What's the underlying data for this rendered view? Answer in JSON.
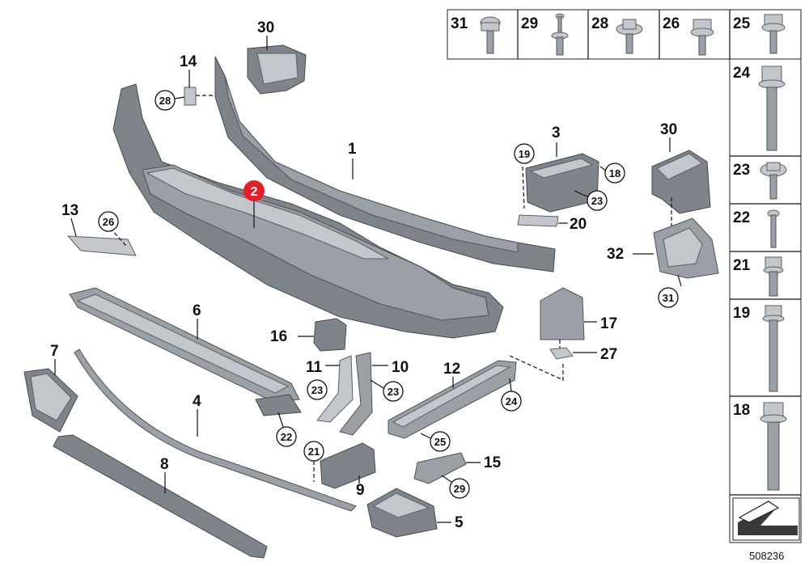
{
  "diagram": {
    "reference_number": "508236",
    "marker": {
      "label": "2",
      "color": "#e31e24"
    },
    "callouts": {
      "c1": "1",
      "c3": "3",
      "c4": "4",
      "c5": "5",
      "c6": "6",
      "c7": "7",
      "c8": "8",
      "c9": "9",
      "c10": "10",
      "c11": "11",
      "c12": "12",
      "c13": "13",
      "c14": "14",
      "c15": "15",
      "c16": "16",
      "c17": "17",
      "c20": "20",
      "c27": "27",
      "c30a": "30",
      "c30b": "30",
      "c32": "32"
    },
    "circled": {
      "k28a": "28",
      "k26": "26",
      "k19": "19",
      "k18": "18",
      "k23a": "23",
      "k31": "31",
      "k23b": "23",
      "k23c": "23",
      "k22": "22",
      "k24": "24",
      "k21": "21",
      "k25": "25",
      "k29": "29"
    },
    "fastener_table": {
      "top_row": [
        "31",
        "29",
        "28",
        "26",
        "25"
      ],
      "right_column": [
        "24",
        "23",
        "22",
        "21",
        "19",
        "18"
      ]
    }
  }
}
